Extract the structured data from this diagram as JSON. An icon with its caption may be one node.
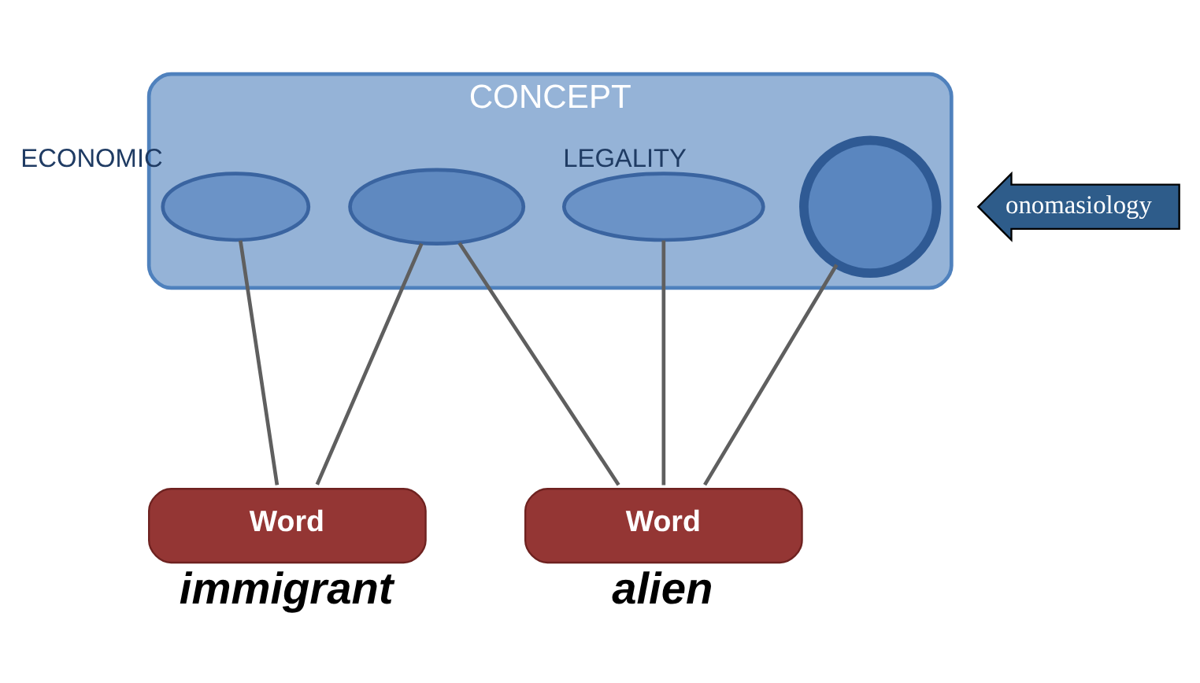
{
  "diagram": {
    "nodes": [
      {
        "text": [
          "CONCEPT"
        ]
      },
      {
        "text": [],
        "shape": "ellipse",
        "in": 0,
        "beside": [
          "ECONOMIC"
        ]
      },
      {
        "text": [],
        "shape": "ellipse",
        "in": 0
      },
      {
        "text": [],
        "shape": "circle",
        "in": 0
      },
      {
        "text": [],
        "shape": "ellipse",
        "in": 0,
        "beside": [
          "LEGALITY"
        ]
      },
      {
        "text": [
          "Word"
        ],
        "beside": [
          "immigrant"
        ]
      },
      {
        "text": [
          "Word"
        ],
        "beside": [
          "alien"
        ]
      }
    ],
    "edges": [
      {
        "from": 1,
        "to": 5,
        "arrow": "none"
      },
      {
        "from": 2,
        "to": 5,
        "arrow": "none"
      },
      {
        "from": 2,
        "to": 6,
        "arrow": "none"
      },
      {
        "from": 3,
        "to": 6,
        "arrow": "none"
      },
      {
        "from": 4,
        "to": 6,
        "arrow": "none"
      }
    ],
    "labels": [
      "onomasiology"
    ]
  }
}
